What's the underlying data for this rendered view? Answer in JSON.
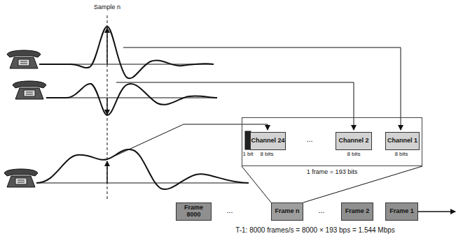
{
  "diagram": {
    "nodes": [
      {
        "text": [
          "1 frame = 193 bits"
        ]
      },
      {
        "text": [
          "Channel 24"
        ],
        "in": 0
      },
      {
        "text": [
          "Channel 2"
        ],
        "in": 0
      },
      {
        "text": [
          "Channel 1"
        ],
        "in": 0
      },
      {
        "text": [
          "Frame 8000"
        ]
      },
      {
        "text": [
          "Frame n"
        ]
      },
      {
        "text": [
          "Frame 2"
        ]
      },
      {
        "text": [
          "Frame 1"
        ]
      }
    ],
    "labels": [
      "Sample n",
      "1 bit",
      "8 bits",
      "8 bits",
      "8 bits",
      "...",
      "...",
      "...",
      "T-1: 8000 frames/s = 8000 × 193 bps = 1.544 Mbps"
    ]
  }
}
